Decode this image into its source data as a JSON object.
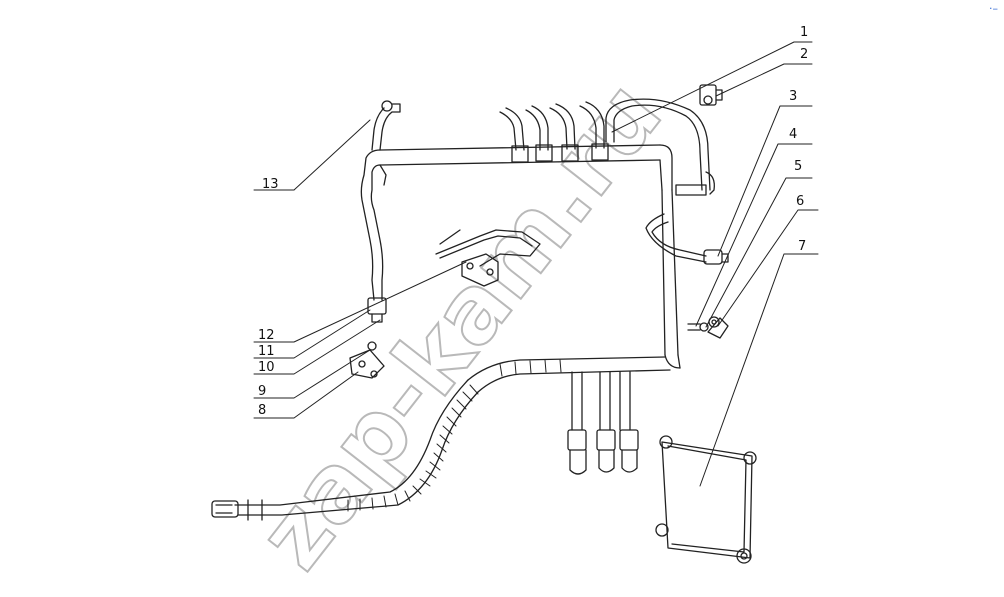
{
  "watermark": "zap-kam.ru",
  "corner_mark": "·–",
  "callouts": [
    "1",
    "2",
    "3",
    "4",
    "5",
    "6",
    "7",
    "8",
    "9",
    "10",
    "11",
    "12",
    "13"
  ],
  "colors": {
    "line": "#222222",
    "watermark": "#b9b9b9",
    "accent": "#3b6fd6"
  }
}
